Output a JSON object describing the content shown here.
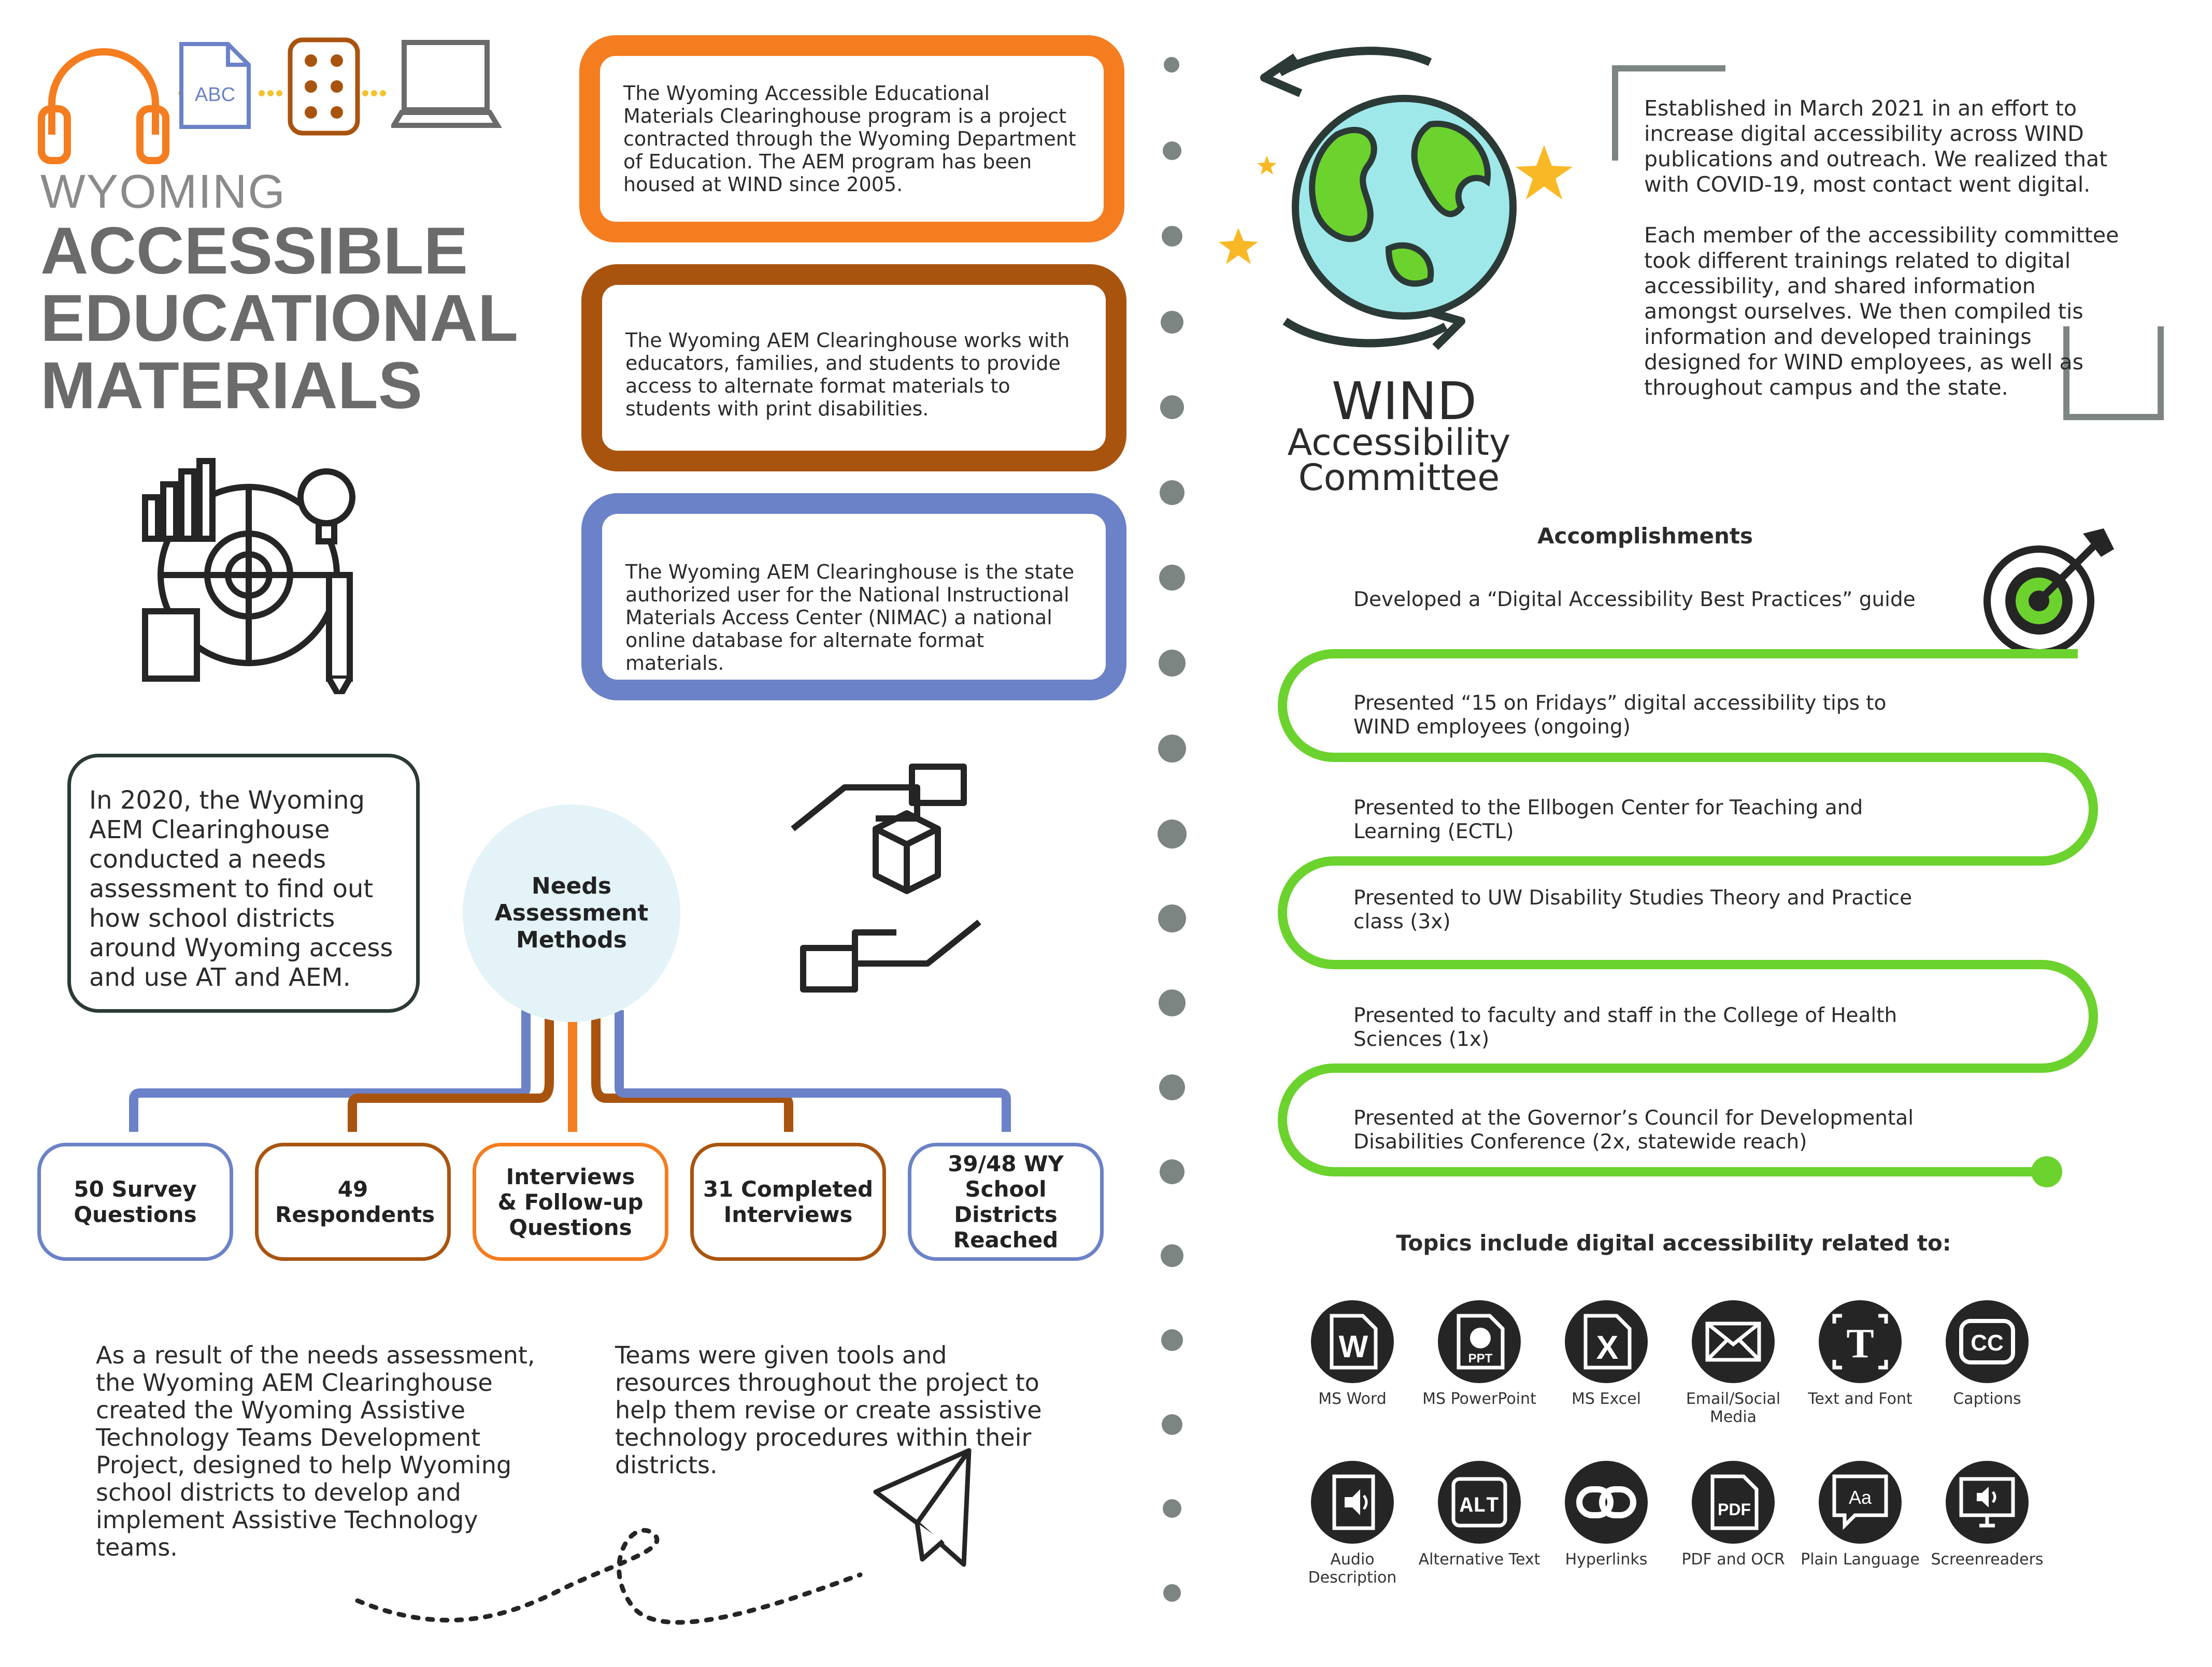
{
  "header": {
    "wyoming": "WYOMING",
    "line1": "ACCESSIBLE",
    "line2": "EDUCATIONAL",
    "line3": "MATERIALS",
    "abc_icon_text": "ABC"
  },
  "cards": [
    {
      "text": "The Wyoming Accessible Educational Materials Clearinghouse program is a project contracted through the Wyoming Department of Education. The AEM program has been housed at WIND since 2005.",
      "color": "#f47d20"
    },
    {
      "text": "The Wyoming AEM Clearinghouse works with educators, families, and students to provide access to alternate format materials to students with print disabilities.",
      "color": "#a8540f"
    },
    {
      "text": "The Wyoming AEM Clearinghouse is the state authorized user for the National Instructional Materials Access Center (NIMAC) a national online database for alternate format materials.",
      "color": "#6b82c8"
    }
  ],
  "needs": {
    "intro": "In 2020, the Wyoming AEM Clearinghouse conducted a needs assessment to find out how school districts around Wyoming access and use AT and AEM.",
    "center": "Needs Assessment Methods",
    "leaves": [
      {
        "text": "50 Survey Questions",
        "color": "#6b82c8"
      },
      {
        "text": "49 Respondents",
        "color": "#a8540f"
      },
      {
        "text": "Interviews & Follow-up Questions",
        "color": "#f47d20"
      },
      {
        "text": "31 Completed Interviews",
        "color": "#a8540f"
      },
      {
        "text": "39/48 WY School Districts Reached",
        "color": "#6b82c8"
      }
    ]
  },
  "result_text": "As a result of the needs assessment, the Wyoming AEM Clearinghouse created the Wyoming Assistive Technology Teams Development Project, designed to help Wyoming school districts to develop and implement Assistive Technology teams.",
  "teams_text": "Teams were given tools and resources throughout the project to help them revise or create assistive technology procedures within their districts.",
  "wind": {
    "line1": "WIND",
    "line2": "Accessibility",
    "line3": "Committee",
    "para1": "Established in March 2021 in an effort to increase digital accessibility across WIND publications and outreach. We realized that with COVID-19, most contact went digital.",
    "para2": "Each member of the accessibility committee took different trainings related to digital accessibility, and shared information amongst ourselves. We then compiled tis information and developed trainings designed for WIND employees, as well as throughout campus and the state."
  },
  "accomplishments": {
    "title": "Accomplishments",
    "items": [
      "Developed a “Digital Accessibility Best Practices” guide",
      "Presented “15 on Fridays” digital accessibility tips to WIND employees (ongoing)",
      "Presented to the Ellbogen Center for Teaching and Learning (ECTL)",
      "Presented to UW Disability Studies Theory and Practice class (3x)",
      "Presented to faculty and staff in the College of Health Sciences (1x)",
      "Presented at the Governor’s Council for Developmental Disabilities Conference (2x, statewide reach)"
    ]
  },
  "topics": {
    "title": "Topics include digital accessibility related to:",
    "items": [
      {
        "label": "MS Word",
        "icon": "word-icon"
      },
      {
        "label": "MS PowerPoint",
        "icon": "powerpoint-icon"
      },
      {
        "label": "MS Excel",
        "icon": "excel-icon"
      },
      {
        "label": "Email/Social Media",
        "icon": "email-icon"
      },
      {
        "label": "Text and Font",
        "icon": "text-font-icon"
      },
      {
        "label": "Captions",
        "icon": "captions-icon"
      },
      {
        "label": "Audio Description",
        "icon": "audio-description-icon"
      },
      {
        "label": "Alternative Text",
        "icon": "alt-text-icon"
      },
      {
        "label": "Hyperlinks",
        "icon": "hyperlink-icon"
      },
      {
        "label": "PDF and OCR",
        "icon": "pdf-icon"
      },
      {
        "label": "Plain Language",
        "icon": "plain-language-icon"
      },
      {
        "label": "Screenreaders",
        "icon": "screenreader-icon"
      }
    ],
    "glyphs": [
      "PPT",
      "PDF",
      "ALT",
      "CC",
      "Aa"
    ]
  },
  "colors": {
    "orange": "#f47d20",
    "brown": "#a8540f",
    "blue": "#6b82c8",
    "green": "#6bd22e",
    "gray": "#6b6b6b",
    "light_blue_circle": "#e3f3f8",
    "dark": "#252525"
  }
}
